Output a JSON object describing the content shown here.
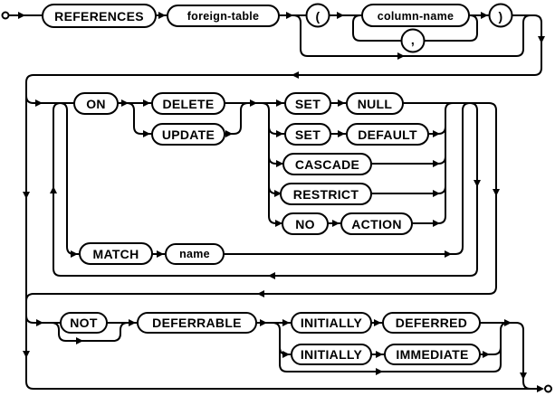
{
  "diagram": {
    "kind": "railroad-syntax-diagram",
    "colors": {
      "line": "#000000",
      "background": "#ffffff",
      "node_fill": "#ffffff"
    },
    "nodes": {
      "references": {
        "label": "REFERENCES",
        "kind": "keyword"
      },
      "foreign_table": {
        "label": "foreign-table",
        "kind": "nonterminal"
      },
      "open_paren": {
        "label": "(",
        "kind": "literal"
      },
      "column_name": {
        "label": "column-name",
        "kind": "nonterminal"
      },
      "comma": {
        "label": ",",
        "kind": "literal"
      },
      "close_paren": {
        "label": ")",
        "kind": "literal"
      },
      "on": {
        "label": "ON",
        "kind": "keyword"
      },
      "delete": {
        "label": "DELETE",
        "kind": "keyword"
      },
      "update": {
        "label": "UPDATE",
        "kind": "keyword"
      },
      "set_1": {
        "label": "SET",
        "kind": "keyword"
      },
      "null": {
        "label": "NULL",
        "kind": "keyword"
      },
      "set_2": {
        "label": "SET",
        "kind": "keyword"
      },
      "default": {
        "label": "DEFAULT",
        "kind": "keyword"
      },
      "cascade": {
        "label": "CASCADE",
        "kind": "keyword"
      },
      "restrict": {
        "label": "RESTRICT",
        "kind": "keyword"
      },
      "no": {
        "label": "NO",
        "kind": "keyword"
      },
      "action": {
        "label": "ACTION",
        "kind": "keyword"
      },
      "match": {
        "label": "MATCH",
        "kind": "keyword"
      },
      "name": {
        "label": "name",
        "kind": "nonterminal"
      },
      "not": {
        "label": "NOT",
        "kind": "keyword"
      },
      "deferrable": {
        "label": "DEFERRABLE",
        "kind": "keyword"
      },
      "initially_1": {
        "label": "INITIALLY",
        "kind": "keyword"
      },
      "deferred": {
        "label": "DEFERRED",
        "kind": "keyword"
      },
      "initially_2": {
        "label": "INITIALLY",
        "kind": "keyword"
      },
      "immediate": {
        "label": "IMMEDIATE",
        "kind": "keyword"
      }
    }
  }
}
